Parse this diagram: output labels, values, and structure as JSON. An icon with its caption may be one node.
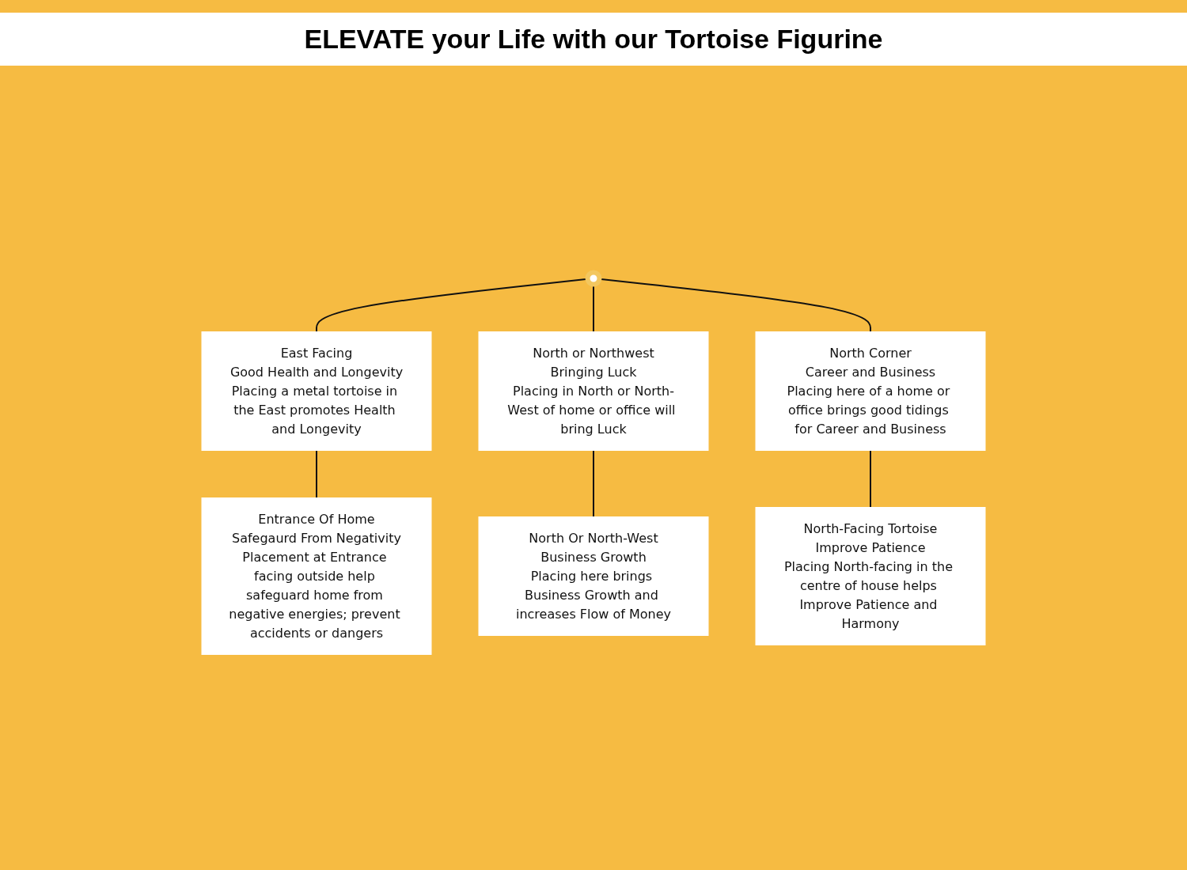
{
  "diagram": {
    "title": "ELEVATE your Life with our Tortoise Figurine",
    "nodes": [
      {
        "text": [],
        "shape": "picture"
      },
      {
        "text": [
          "East Facing",
          "Good Health and Longevity",
          "Placing a metal tortoise in the East promotes Health and Longevity"
        ]
      },
      {
        "text": [
          "Entrance Of Home",
          "Safegaurd From Negativity",
          "Placement at Entrance facing outside help safeguard home from negative energies; prevent accidents or dangers"
        ]
      },
      {
        "text": [
          "North or Northwest",
          "Bringing Luck",
          "Placing in North or North-West of home or office will bring Luck"
        ]
      },
      {
        "text": [
          "North Or North-West",
          "Business Growth",
          "Placing here brings Business Growth and increases Flow of Money"
        ]
      },
      {
        "text": [
          "North Corner",
          "Career and Business",
          "Placing here of a home or office brings good tidings for Career and Business"
        ]
      },
      {
        "text": [
          "North-Facing Tortoise",
          "Improve Patience",
          "Placing North-facing in the centre of house helps Improve Patience and Harmony"
        ]
      }
    ],
    "edges": [
      {
        "from": 0,
        "to": 1,
        "arrow": "none"
      },
      {
        "from": 1,
        "to": 2,
        "arrow": "none"
      },
      {
        "from": 0,
        "to": 3,
        "arrow": "none"
      },
      {
        "from": 3,
        "to": 4,
        "arrow": "none"
      },
      {
        "from": 0,
        "to": 5,
        "arrow": "none"
      },
      {
        "from": 5,
        "to": 6,
        "arrow": "none"
      }
    ]
  }
}
